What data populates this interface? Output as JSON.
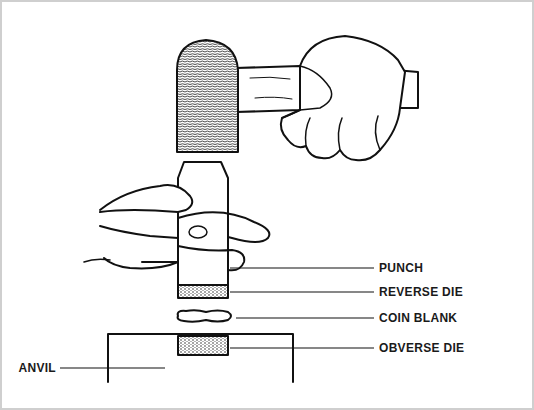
{
  "diagram": {
    "labels": [
      "PUNCH",
      "REVERSE DIE",
      "COIN BLANK",
      "OBVERSE DIE",
      "ANVIL"
    ]
  }
}
